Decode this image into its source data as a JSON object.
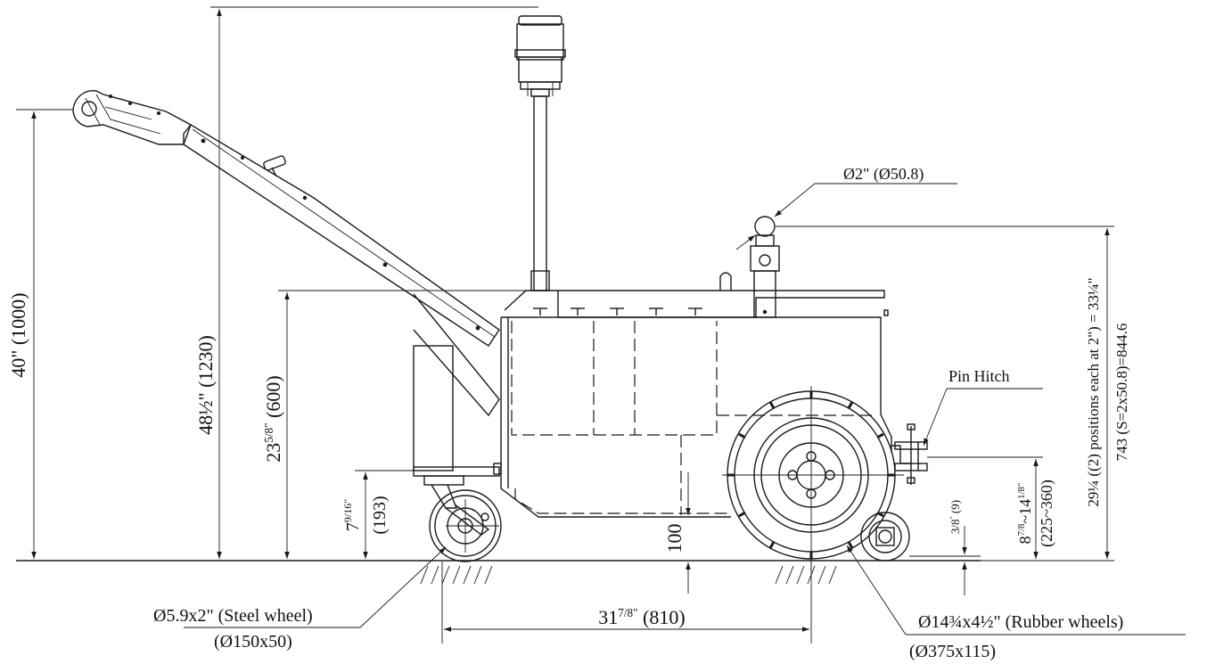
{
  "dimensions": {
    "overall_height": "48½\" (1230)",
    "handle_height": "40\" (1000)",
    "body_height": {
      "main": "23",
      "sup": "5/8\"",
      "rest": " (600)"
    },
    "caster_height": {
      "main": "7",
      "sup": "9/16\"",
      "rest": ""
    },
    "caster_height_mm": "(193)",
    "clearance": "100",
    "wheelbase": {
      "main": "31",
      "sup": "7/8\"",
      "rest": " (810)"
    },
    "hitch_height": {
      "main": "8",
      "sup": "7/8",
      "mid": "~14",
      "sup2": "1/8\""
    },
    "hitch_height_mm": "(225~360)",
    "hitch_gap": {
      "main": "3/8",
      "sup": "\"",
      "rest": " (9)"
    },
    "ball_positions": "29¼ ((2) positions each at 2\") = 33¼\"",
    "ball_positions_mm": "743 (S=2x50.8)=844.6"
  },
  "callouts": {
    "ball_diameter": "Ø2\" (Ø50.8)",
    "pin_hitch": "Pin Hitch",
    "steel_wheel": "Ø5.9x2\" (Steel wheel)",
    "steel_wheel_mm": "(Ø150x50)",
    "rubber_wheels": "Ø14¾x4½\" (Rubber wheels)",
    "rubber_wheels_mm": "(Ø375x115)"
  }
}
